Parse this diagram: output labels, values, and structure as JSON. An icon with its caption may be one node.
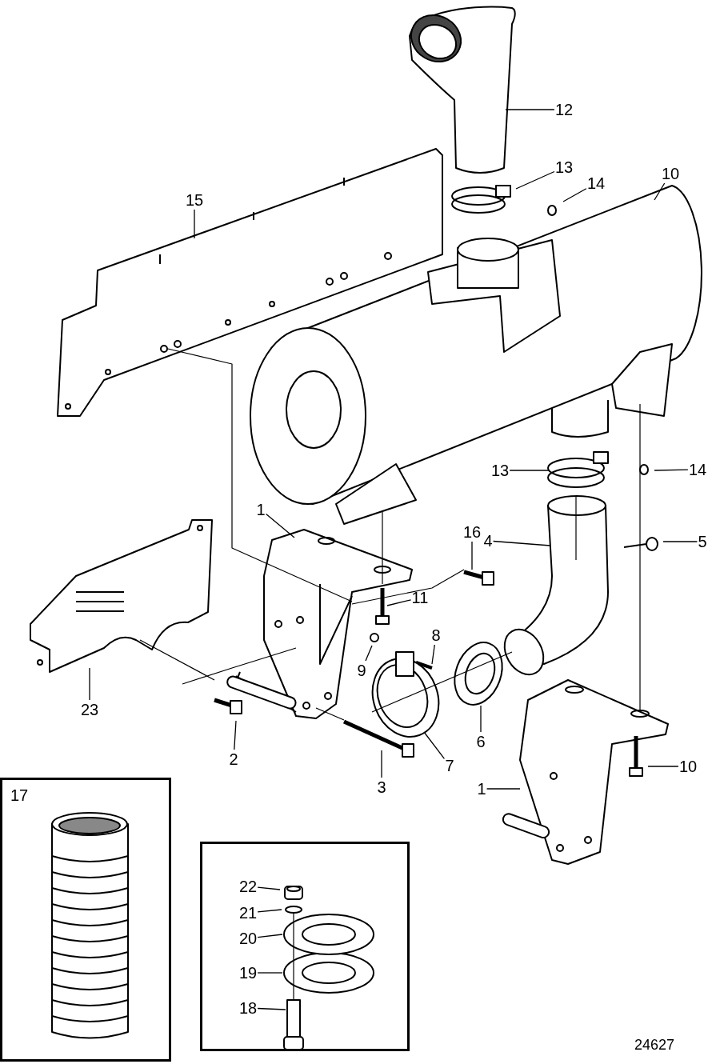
{
  "diagram": {
    "nodes": [
      {
        "text": [
          "12"
        ]
      },
      {
        "text": [
          "13"
        ]
      },
      {
        "text": [
          "14"
        ]
      },
      {
        "text": [
          "10"
        ]
      },
      {
        "text": [
          "15"
        ]
      },
      {
        "text": [
          "13"
        ]
      },
      {
        "text": [
          "14"
        ]
      },
      {
        "text": [
          "1"
        ]
      },
      {
        "text": [
          "16"
        ]
      },
      {
        "text": [
          "4"
        ]
      },
      {
        "text": [
          "5"
        ]
      },
      {
        "text": [
          "11"
        ]
      },
      {
        "text": [
          "8"
        ]
      },
      {
        "text": [
          "9"
        ]
      },
      {
        "text": [
          "23"
        ]
      },
      {
        "text": [
          "2"
        ]
      },
      {
        "text": [
          "3"
        ]
      },
      {
        "text": [
          "7"
        ]
      },
      {
        "text": [
          "6"
        ]
      },
      {
        "text": [
          "10"
        ]
      },
      {
        "text": [
          "1"
        ]
      },
      {
        "text": [
          "17"
        ]
      },
      {
        "text": [],
        "shape": "box"
      },
      {
        "text": [
          "22"
        ],
        "in": 22
      },
      {
        "text": [
          "21"
        ],
        "in": 22
      },
      {
        "text": [
          "20"
        ],
        "in": 22
      },
      {
        "text": [
          "19"
        ],
        "in": 22
      },
      {
        "text": [
          "18"
        ],
        "in": 22
      }
    ],
    "edges": [
      {
        "from": 0,
        "to": null,
        "arrow": "none"
      },
      {
        "from": 1,
        "to": null,
        "arrow": "none"
      },
      {
        "from": 2,
        "to": null,
        "arrow": "none"
      },
      {
        "from": 3,
        "to": null,
        "arrow": "none"
      },
      {
        "from": 4,
        "to": null,
        "arrow": "none"
      },
      {
        "from": 5,
        "to": null,
        "arrow": "none"
      },
      {
        "from": 6,
        "to": null,
        "arrow": "none"
      },
      {
        "from": 7,
        "to": null,
        "arrow": "none"
      },
      {
        "from": 8,
        "to": null,
        "arrow": "none"
      },
      {
        "from": 9,
        "to": null,
        "arrow": "none"
      },
      {
        "from": 10,
        "to": null,
        "arrow": "none"
      },
      {
        "from": 11,
        "to": null,
        "arrow": "none"
      },
      {
        "from": 12,
        "to": null,
        "arrow": "none"
      },
      {
        "from": 13,
        "to": null,
        "arrow": "none"
      },
      {
        "from": 14,
        "to": null,
        "arrow": "none"
      },
      {
        "from": 15,
        "to": null,
        "arrow": "none"
      },
      {
        "from": 16,
        "to": null,
        "arrow": "none"
      },
      {
        "from": 17,
        "to": null,
        "arrow": "none"
      },
      {
        "from": 18,
        "to": null,
        "arrow": "none"
      },
      {
        "from": 19,
        "to": null,
        "arrow": "none"
      },
      {
        "from": 20,
        "to": null,
        "arrow": "none"
      },
      {
        "from": 23,
        "to": null,
        "arrow": "none"
      },
      {
        "from": 24,
        "to": null,
        "arrow": "none"
      },
      {
        "from": 25,
        "to": null,
        "arrow": "none"
      },
      {
        "from": 26,
        "to": null,
        "arrow": "none"
      },
      {
        "from": 27,
        "to": null,
        "arrow": "none"
      }
    ],
    "labels": [
      "24627"
    ]
  }
}
